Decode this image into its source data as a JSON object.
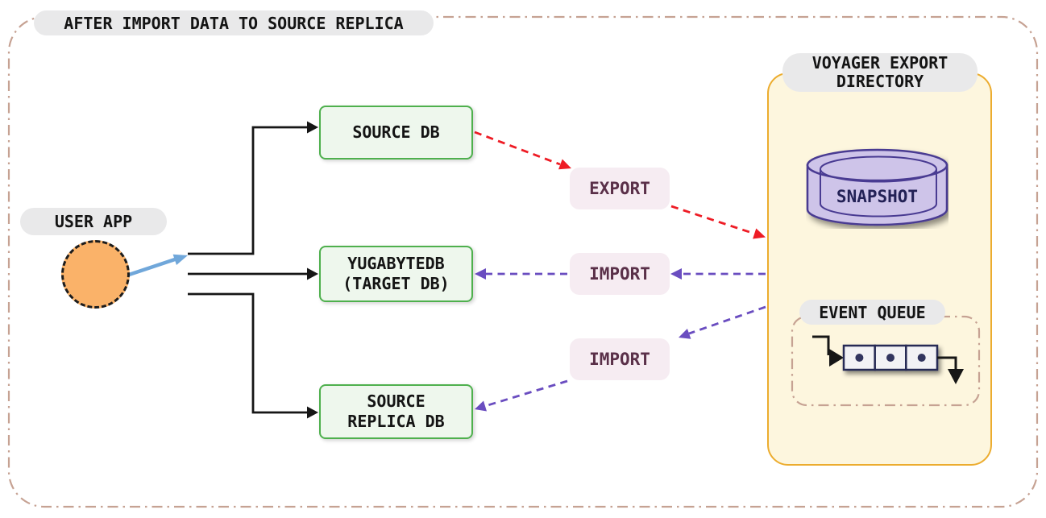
{
  "diagram": {
    "title": "AFTER IMPORT DATA TO SOURCE REPLICA",
    "user_app": {
      "label": "USER APP"
    },
    "nodes": {
      "source_db": {
        "label": "SOURCE DB"
      },
      "target_db": {
        "line1": "YUGABYTEDB",
        "line2": "(TARGET DB)"
      },
      "source_replica_db": {
        "line1": "SOURCE",
        "line2": "REPLICA DB"
      }
    },
    "actions": {
      "export_label": "EXPORT",
      "import_target_label": "IMPORT",
      "import_replica_label": "IMPORT"
    },
    "voyager_panel": {
      "title_line1": "VOYAGER EXPORT",
      "title_line2": "DIRECTORY",
      "snapshot_label": "SNAPSHOT",
      "event_queue_label": "EVENT QUEUE",
      "event_queue_cells": 3
    },
    "icons": {
      "snapshot": "database-cylinder-icon",
      "event_queue": "queue-cells-icon"
    },
    "colors": {
      "outer_border": "#c6a293",
      "line_color": "#161616",
      "node_fill": "#eef7ed",
      "node_border": "#4eb04d",
      "label_pill_bg": "#e9e9ea",
      "label_text": "#141414",
      "action_pill_bg": "#f6ecf2",
      "action_text": "#5a3049",
      "export_arrow": "#ee1c25",
      "import_arrow": "#6a4dc0",
      "user_arrow": "#70a7da",
      "user_app_fill": "#fab269",
      "panel_fill": "#fdf6de",
      "panel_border": "#ecac2e",
      "snapshot_fill": "#cec4e9",
      "snapshot_border": "#4a3b92",
      "snapshot_text": "#232156",
      "queue_cell_fill": "#f2f2f5",
      "queue_cell_border": "#272b55"
    }
  }
}
